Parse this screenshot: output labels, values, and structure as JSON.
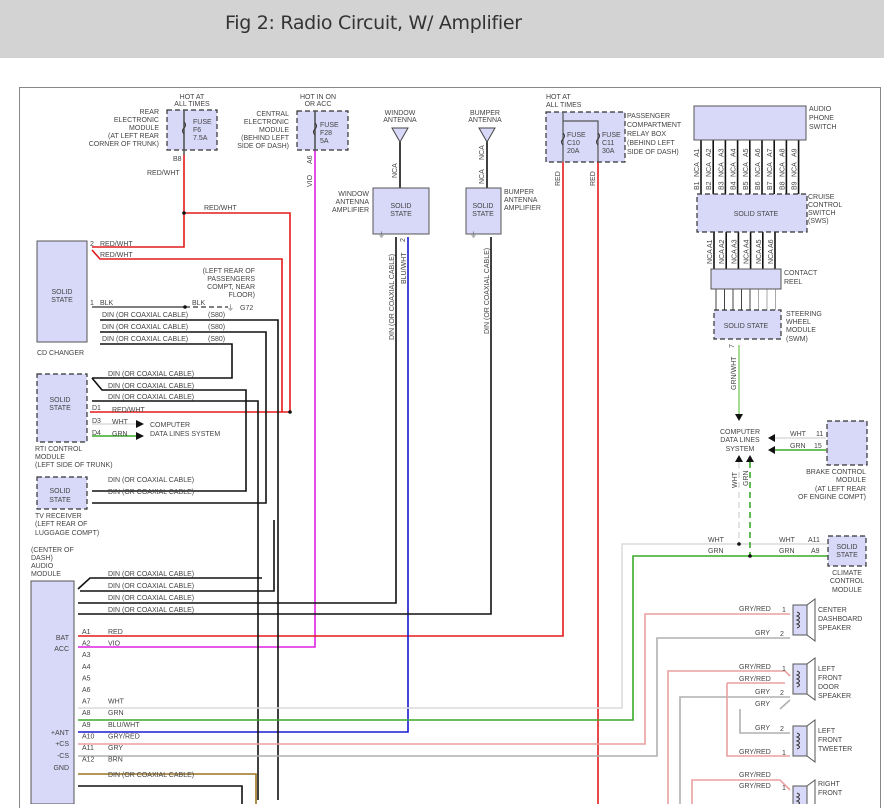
{
  "header": {
    "title": "Fig 2: Radio Circuit, W/ Amplifier"
  },
  "fuses": {
    "rear": {
      "hot": [
        "HOT AT",
        "ALL TIMES"
      ],
      "label": [
        "FUSE",
        "F6",
        "7.5A"
      ],
      "module": [
        "REAR",
        "ELECTRONIC",
        "MODULE",
        "(AT LEFT REAR",
        "CORNER OF TRUNK)"
      ],
      "pin": "B8",
      "wire": "RED/WHT"
    },
    "central": {
      "hot": [
        "HOT IN ON",
        "OR ACC"
      ],
      "label": [
        "FUSE",
        "F28",
        "5A"
      ],
      "module": [
        "CENTRAL",
        "ELECTRONIC",
        "MODULE",
        "(BEHIND LEFT",
        "SIDE OF DASH)"
      ],
      "pin": "A6",
      "wire": "VIO"
    },
    "relay": {
      "hot": [
        "HOT AT",
        "ALL TIMES"
      ],
      "c10": [
        "FUSE",
        "C10",
        "20A"
      ],
      "c11": [
        "FUSE",
        "C11",
        "30A"
      ],
      "module": [
        "PASSENGER",
        "COMPARTMENT",
        "RELAY BOX",
        "(BEHIND LEFT",
        "SIDE OF DASH)"
      ],
      "wire": "RED"
    }
  },
  "antennas": {
    "window": {
      "name": [
        "WINDOW",
        "ANTENNA"
      ],
      "wire": "NCA",
      "amp": [
        "WINDOW",
        "ANTENNA",
        "AMPLIFIER"
      ],
      "amp_body": [
        "SOLID",
        "STATE"
      ],
      "out_wire": "DIN (OR COAXIAL CABLE)",
      "pin2": "2",
      "pin2_wire": "BLU/WHT"
    },
    "bumper": {
      "name": [
        "BUMPER",
        "ANTENNA"
      ],
      "wire": "NCA",
      "amp": [
        "BUMPER",
        "ANTENNA",
        "AMPLIFIER"
      ],
      "amp_body": [
        "SOLID",
        "STATE"
      ],
      "out_wire": "DIN (OR COAXIAL CABLE)"
    }
  },
  "red_wht_splice": "RED/WHT",
  "cd_changer": {
    "body": [
      "SOLID",
      "STATE"
    ],
    "name": "CD CHANGER",
    "pin2": "2",
    "wire1": "RED/WHT",
    "wire2": "RED/WHT",
    "pin1": "1",
    "blk": "BLK",
    "blk2": "BLK",
    "ground": "G72",
    "ground_loc": [
      "(LEFT REAR OF",
      "PASSENGERS",
      "COMPT, NEAR",
      "FLOOR)"
    ],
    "din": "DIN (OR COAXIAL CABLE)",
    "splice": "(S80)"
  },
  "rti": {
    "body": [
      "SOLID",
      "STATE"
    ],
    "name": [
      "RTI CONTROL",
      "MODULE",
      "(LEFT SIDE OF TRUNK)"
    ],
    "din": "DIN (OR COAXIAL CABLE)",
    "pins": [
      {
        "pin": "D1",
        "wire": "RED/WHT"
      },
      {
        "pin": "D3",
        "wire": "WHT"
      },
      {
        "pin": "D4",
        "wire": "GRN"
      }
    ],
    "data_lines": [
      "COMPUTER",
      "DATA LINES SYSTEM"
    ]
  },
  "tv": {
    "body": [
      "SOLID",
      "STATE"
    ],
    "name": [
      "TV RECEIVER",
      "(LEFT REAR OF",
      "LUGGAGE COMPT)"
    ],
    "din": "DIN (OR COAXIAL CABLE)"
  },
  "audio_module": {
    "name": [
      "(CENTER OF",
      "DASH)",
      "AUDIO",
      "MODULE"
    ],
    "din": "DIN (OR COAXIAL CABLE)",
    "side_labels": [
      {
        "label": "BAT",
        "pin": "A1"
      },
      {
        "label": "ACC",
        "pin": "A2"
      },
      {
        "label": "+ANT",
        "pin": "A9"
      },
      {
        "label": "+CS",
        "pin": "A10"
      },
      {
        "label": "-CS",
        "pin": "A11"
      },
      {
        "label": "GND",
        "pin": "A12"
      }
    ],
    "pins": [
      {
        "pin": "A1",
        "wire": "RED"
      },
      {
        "pin": "A2",
        "wire": "VIO"
      },
      {
        "pin": "A3",
        "wire": ""
      },
      {
        "pin": "A4",
        "wire": ""
      },
      {
        "pin": "A5",
        "wire": ""
      },
      {
        "pin": "A6",
        "wire": ""
      },
      {
        "pin": "A7",
        "wire": "WHT"
      },
      {
        "pin": "A8",
        "wire": "GRN"
      },
      {
        "pin": "A9",
        "wire": "BLU/WHT"
      },
      {
        "pin": "A10",
        "wire": "GRY/RED"
      },
      {
        "pin": "A11",
        "wire": "GRY"
      },
      {
        "pin": "A12",
        "wire": "BRN"
      }
    ]
  },
  "audio_phone_switch": {
    "name": [
      "AUDIO",
      "PHONE",
      "SWITCH"
    ],
    "pins_a": [
      "A1",
      "A2",
      "A3",
      "A4",
      "A5",
      "A6",
      "A7",
      "A8",
      "A9"
    ],
    "pins_b": [
      "B1",
      "B2",
      "B3",
      "B4",
      "B5",
      "B6",
      "B7",
      "B8",
      "B9"
    ],
    "wire": "NCA"
  },
  "cruise_switch": {
    "body": "SOLID STATE",
    "name": [
      "CRUISE",
      "CONTROL",
      "SWITCH",
      "(SWS)"
    ],
    "pins": [
      "A1",
      "A2",
      "A3",
      "A4",
      "A5",
      "A6"
    ],
    "wire": "NCA"
  },
  "contact_reel": {
    "name": [
      "CONTACT",
      "REEL"
    ]
  },
  "steering_module": {
    "body": "SOLID STATE",
    "name": [
      "STEERING",
      "WHEEL",
      "MODULE",
      "(SWM)"
    ],
    "pin": "7",
    "wire": "GRN/WHT"
  },
  "data_lines_system": {
    "name": [
      "COMPUTER",
      "DATA LINES",
      "SYSTEM"
    ],
    "wht": "WHT",
    "grn": "GRN"
  },
  "brake_module": {
    "name": [
      "BRAKE CONTROL",
      "MODULE",
      "(AT LEFT REAR",
      "OF ENGINE COMPT)"
    ],
    "wht": "WHT",
    "wht_pin": "11",
    "grn": "GRN",
    "grn_pin": "15"
  },
  "climate_module": {
    "body": [
      "SOLID",
      "STATE"
    ],
    "name": [
      "CLIMATE",
      "CONTROL",
      "MODULE"
    ],
    "wht": "WHT",
    "wht_pin": "A11",
    "grn": "GRN",
    "grn_pin": "A9",
    "left_wht": "WHT",
    "left_grn": "GRN"
  },
  "speakers": {
    "center": {
      "name": [
        "CENTER",
        "DASHBOARD",
        "SPEAKER"
      ],
      "p1": "1",
      "p1_wire": "GRY/RED",
      "p2": "2",
      "p2_wire": "GRY"
    },
    "left_door": {
      "name": [
        "LEFT",
        "FRONT",
        "DOOR",
        "SPEAKER"
      ],
      "p1": "1",
      "p1_wire": "GRY/RED",
      "p1b_wire": "GRY/RED",
      "p2": "2",
      "p2_wire": "GRY",
      "p2b_wire": "GRY"
    },
    "left_tweeter": {
      "name": [
        "LEFT",
        "FRONT",
        "TWEETER"
      ],
      "p2": "2",
      "p2_wire": "GRY",
      "p1": "1",
      "p1_wire": "GRY/RED"
    },
    "right_front": {
      "name": [
        "RIGHT",
        "FRONT"
      ],
      "p1": "1",
      "p1_wire": "GRY/RED",
      "p1b_wire": "GRY/RED"
    }
  }
}
